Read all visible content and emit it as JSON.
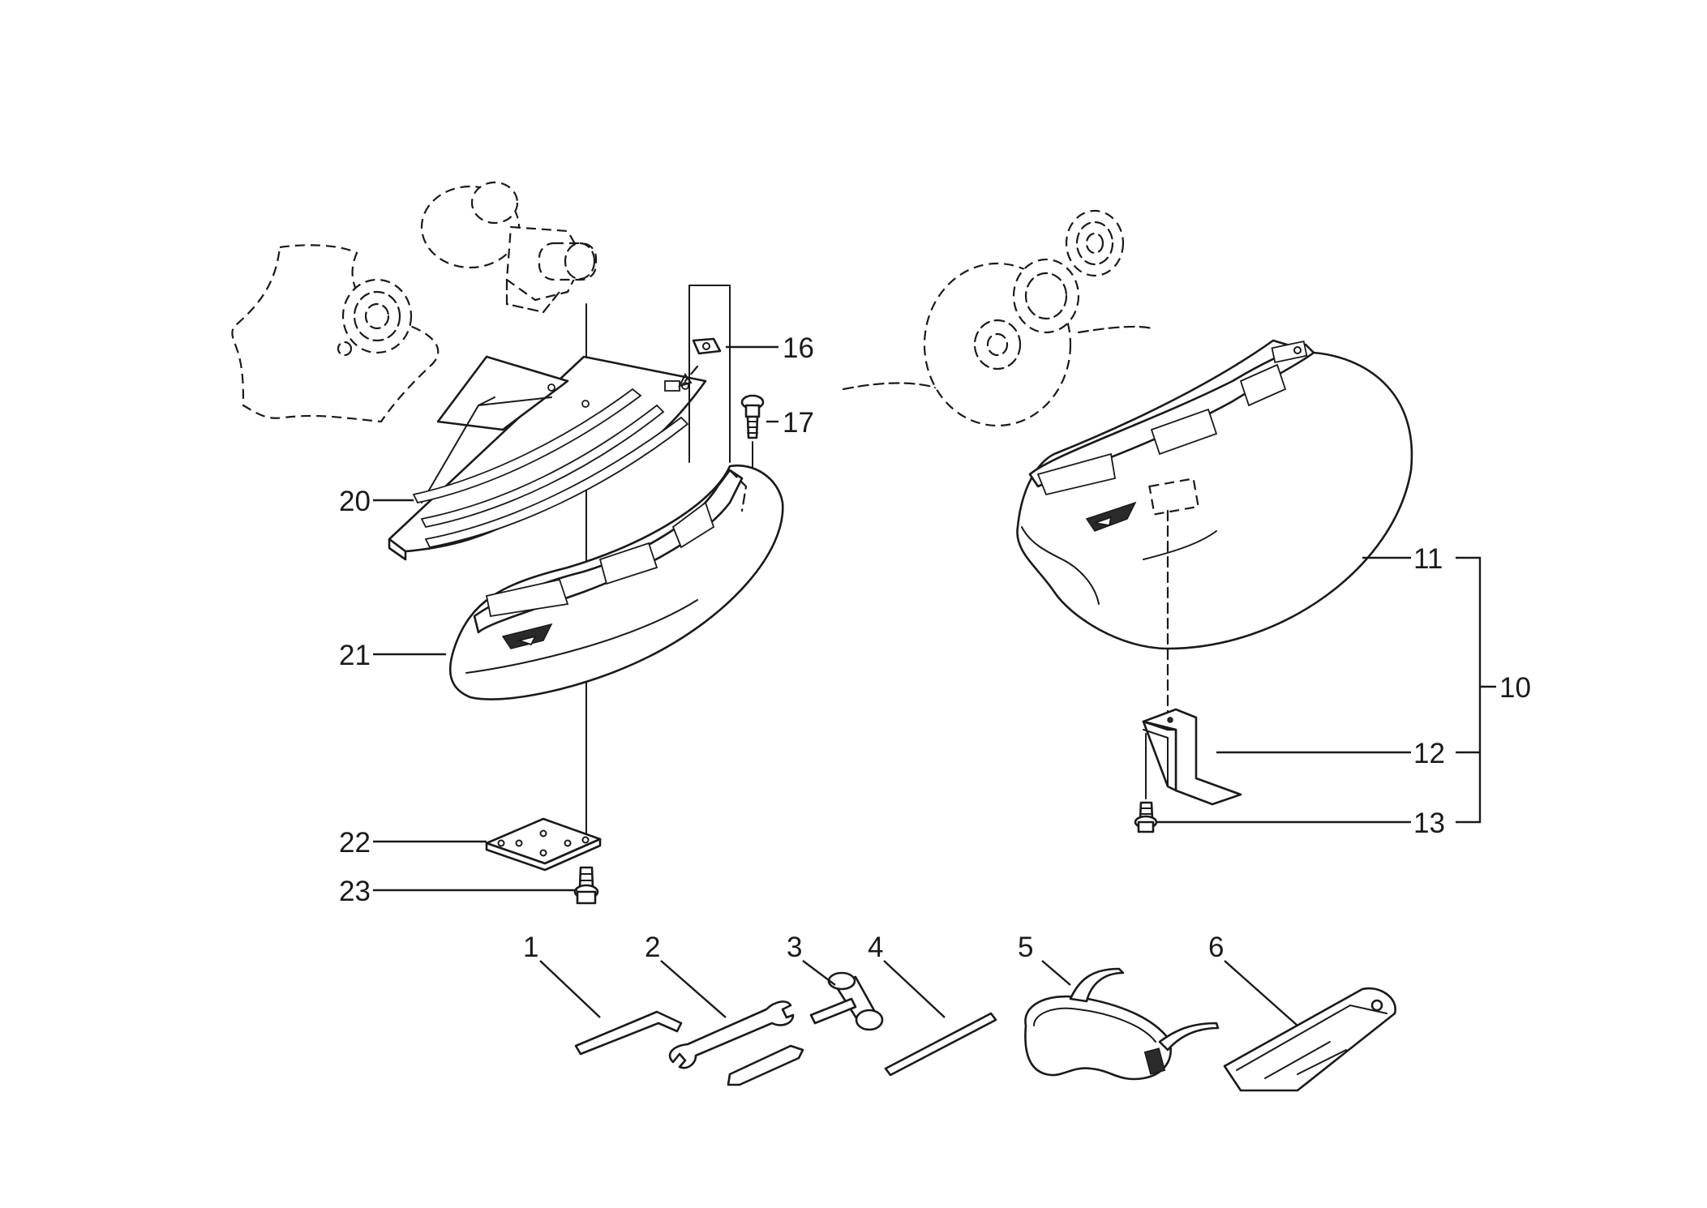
{
  "labels": {
    "p1": "1",
    "p2": "2",
    "p3": "3",
    "p4": "4",
    "p5": "5",
    "p6": "6",
    "p10": "10",
    "p11": "11",
    "p12": "12",
    "p13": "13",
    "p16": "16",
    "p17": "17",
    "p20": "20",
    "p21": "21",
    "p22": "22",
    "p23": "23"
  }
}
